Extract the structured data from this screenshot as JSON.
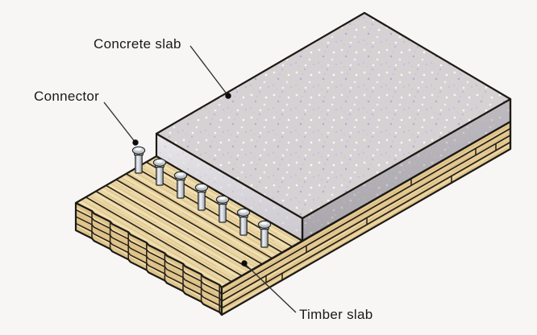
{
  "figure": {
    "subject": "Timber-concrete composite slab diagram",
    "labels": {
      "concrete": "Concrete slab",
      "connector": "Connector",
      "timber": "Timber slab"
    },
    "connector_count": 7,
    "timber_layer_count": 4,
    "timber_plank_count": 8,
    "colors": {
      "background": "#f7f6f5",
      "concrete_top": "#d6d1d2",
      "concrete_front_left": "#dedce0",
      "concrete_front_right": "#b2afb5",
      "speckle_lavender": "#b4b0d8",
      "speckle_white": "#f5f4f6",
      "timber_top": "#ebd7a5",
      "timber_side": "#e4ca92",
      "timber_step": "#e0c58c",
      "steel": "#cdd2d7",
      "outline": "#1d1a15",
      "label_text": "#191919"
    }
  }
}
